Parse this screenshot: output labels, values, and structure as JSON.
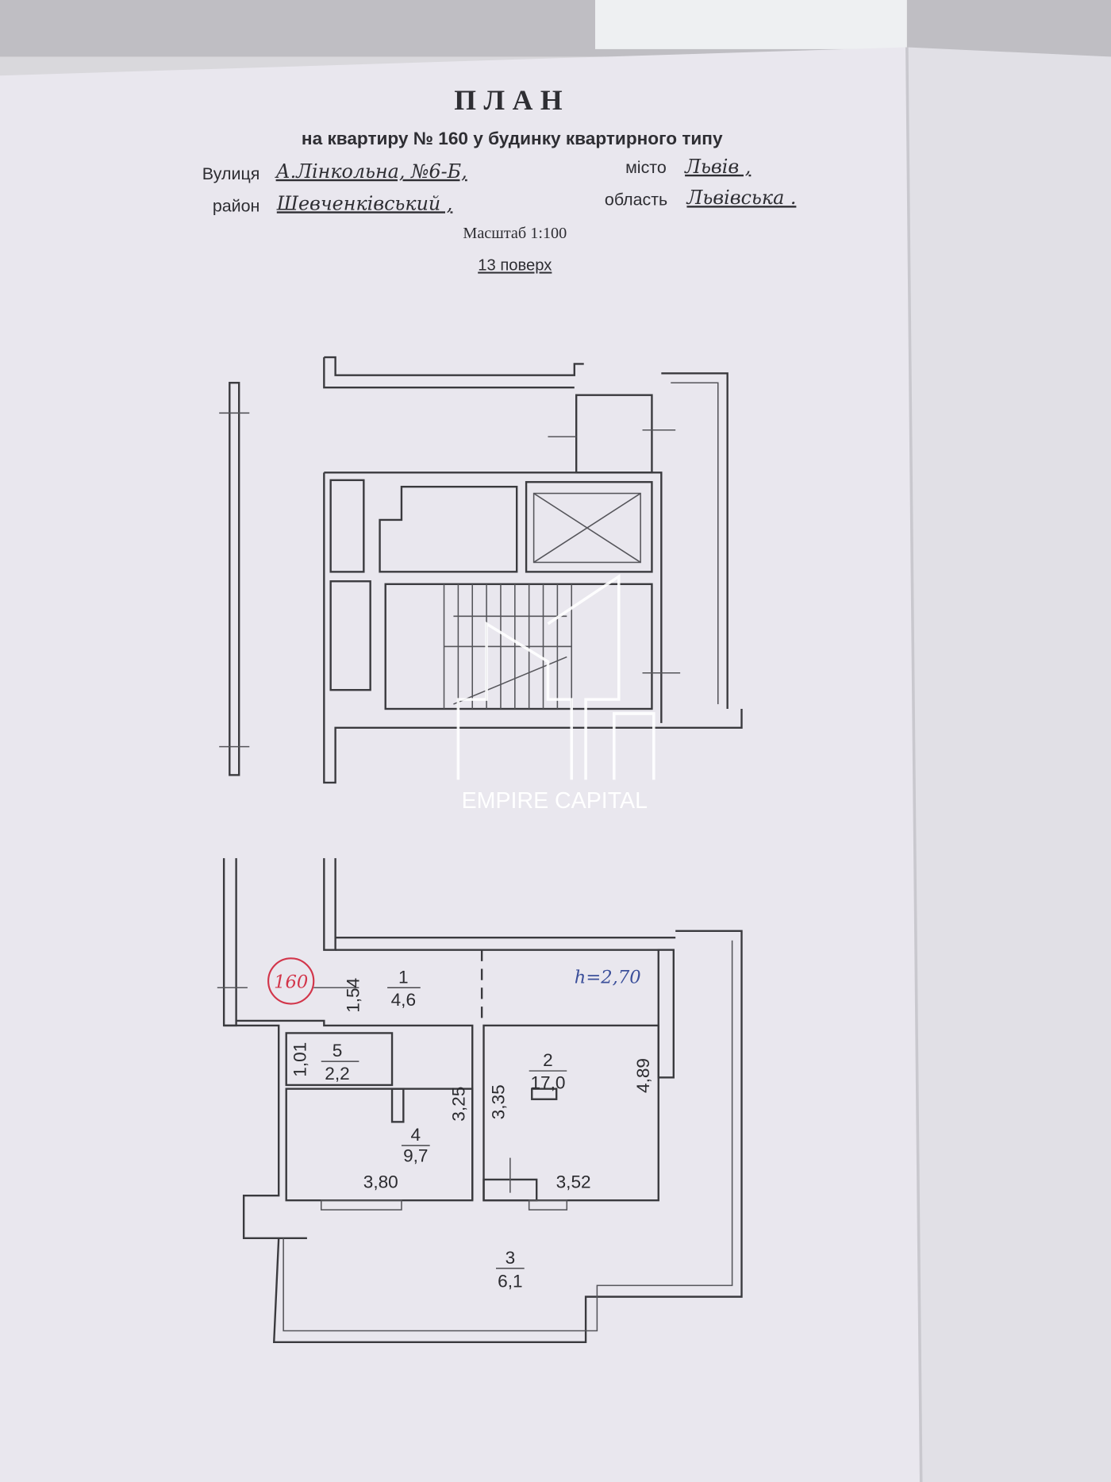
{
  "document": {
    "title": "ПЛАН",
    "subtitle": "на квартиру  № 160 у  будинку квартирного типу",
    "street_label": "Вулиця",
    "street_value": "А.Лінкольна, №6-Б,",
    "city_label": "місто",
    "city_value": "Львів ,",
    "district_label": "район",
    "district_value": "Шевченківський ,",
    "region_label": "область",
    "region_value": "Львівська .",
    "scale": "Масштаб 1:100",
    "floor": "13 поверх"
  },
  "watermark": {
    "text": "EMPIRE CAPITAL"
  },
  "apartment_plan": {
    "apartment_number": "160",
    "ceiling_height": "h=2,70",
    "rooms": [
      {
        "number": "1",
        "area": "4,6"
      },
      {
        "number": "2",
        "area": "17,0"
      },
      {
        "number": "3",
        "area": "6,1"
      },
      {
        "number": "4",
        "area": "9,7"
      },
      {
        "number": "5",
        "area": "2,2"
      }
    ],
    "dimensions": {
      "d_1_54": "1,54",
      "d_1_01": "1,01",
      "d_3_25": "3,25",
      "d_3_35": "3,35",
      "d_4_89": "4,89",
      "d_3_80": "3,80",
      "d_3_52": "3,52"
    }
  },
  "colors": {
    "paper": "#e9e7ee",
    "ink": "#2b2b2f",
    "stamp_red": "#d2354a",
    "handwriting_blue": "#3b4f9a"
  }
}
